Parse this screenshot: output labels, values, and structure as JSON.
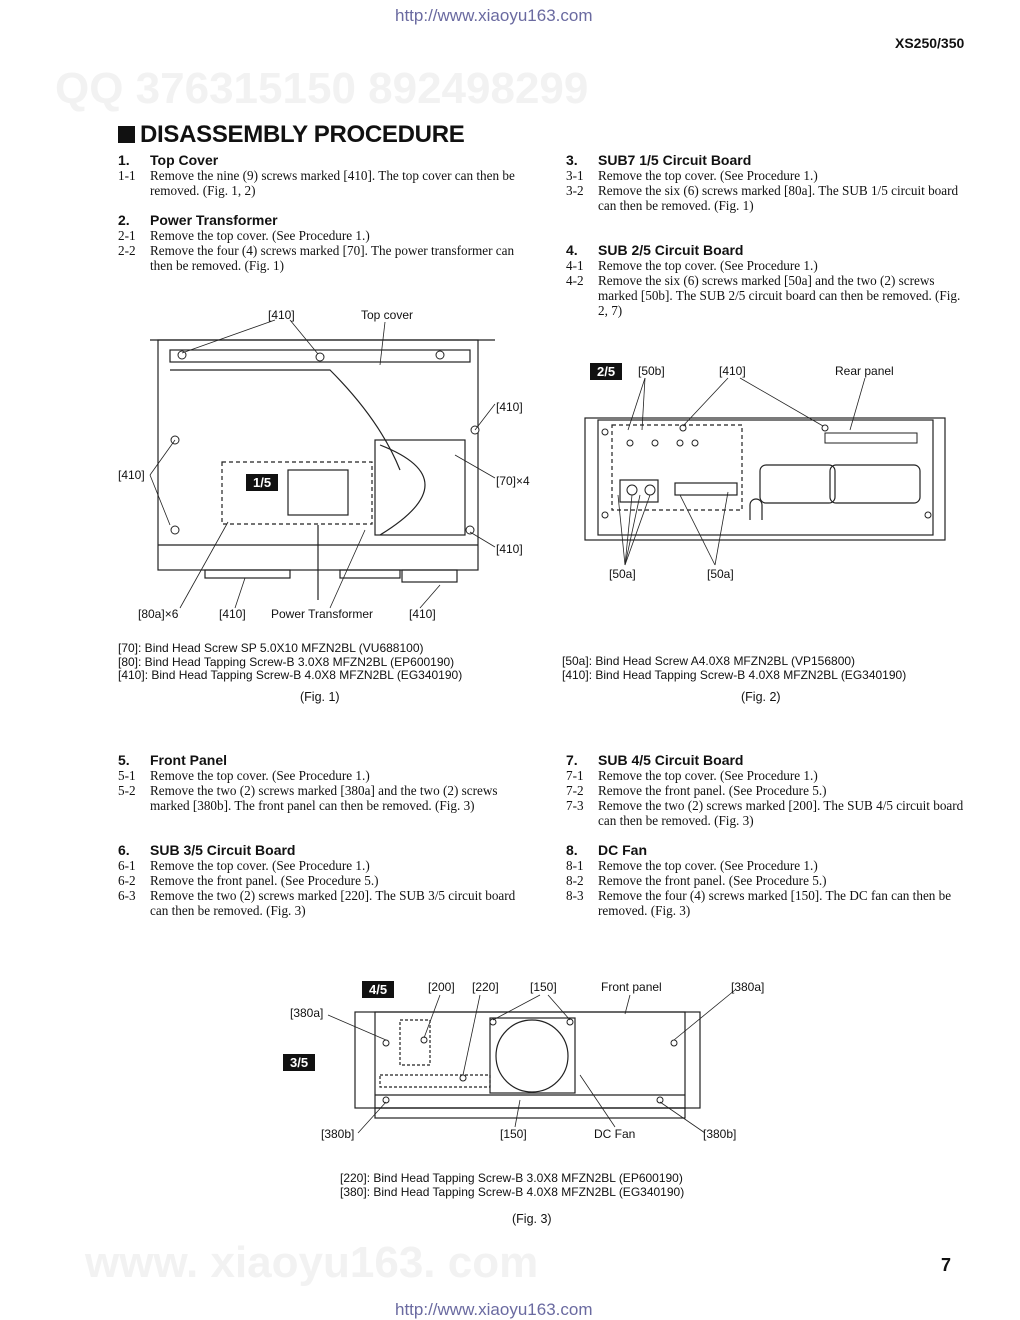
{
  "header": {
    "url": "http://www.xiaoyu163.com",
    "model": "XS250/350"
  },
  "watermark": {
    "top": "QQ 376315150   892498299",
    "bottom": "www. xiaoyu163. com"
  },
  "title": "DISASSEMBLY PROCEDURE",
  "sections": [
    {
      "num": "1.",
      "title": "Top Cover",
      "steps": [
        {
          "n": "1-1",
          "t": "Remove the nine (9) screws marked  [410]. The top cover can then be removed. (Fig. 1, 2)"
        }
      ]
    },
    {
      "num": "2.",
      "title": "Power Transformer",
      "steps": [
        {
          "n": "2-1",
          "t": "Remove the top cover. (See Procedure 1.)"
        },
        {
          "n": "2-2",
          "t": "Remove the four (4) screws marked [70]. The power transformer can then be removed. (Fig. 1)"
        }
      ]
    },
    {
      "num": "3.",
      "title": "SUB7 1/5 Circuit Board",
      "steps": [
        {
          "n": "3-1",
          "t": "Remove the top cover. (See Procedure 1.)"
        },
        {
          "n": "3-2",
          "t": "Remove the six (6) screws marked [80a]. The SUB 1/5 circuit board can then be removed. (Fig. 1)"
        }
      ]
    },
    {
      "num": "4.",
      "title": "SUB 2/5 Circuit Board",
      "steps": [
        {
          "n": "4-1",
          "t": "Remove the top cover. (See Procedure 1.)"
        },
        {
          "n": "4-2",
          "t": "Remove the six (6) screws marked [50a] and the two (2) screws marked [50b]. The SUB 2/5  circuit board can then be removed. (Fig. 2, 7)"
        }
      ]
    },
    {
      "num": "5.",
      "title": "Front Panel",
      "steps": [
        {
          "n": "5-1",
          "t": "Remove the top cover. (See Procedure 1.)"
        },
        {
          "n": "5-2",
          "t": "Remove the two (2) screws marked [380a] and the two (2) screws marked [380b]. The front panel can then be removed. (Fig. 3)"
        }
      ]
    },
    {
      "num": "6.",
      "title": "SUB 3/5 Circuit Board",
      "steps": [
        {
          "n": "6-1",
          "t": "Remove the top cover. (See Procedure 1.)"
        },
        {
          "n": "6-2",
          "t": "Remove the front panel. (See Procedure 5.)"
        },
        {
          "n": "6-3",
          "t": "Remove the two (2) screws marked [220]. The SUB 3/5 circuit board can then be removed. (Fig. 3)"
        }
      ]
    },
    {
      "num": "7.",
      "title": "SUB 4/5 Circuit Board",
      "steps": [
        {
          "n": "7-1",
          "t": "Remove the top cover. (See Procedure 1.)"
        },
        {
          "n": "7-2",
          "t": "Remove the front panel. (See Procedure 5.)"
        },
        {
          "n": "7-3",
          "t": "Remove the two (2) screws marked [200]. The SUB 4/5 circuit board can then be removed. (Fig. 3)"
        }
      ]
    },
    {
      "num": "8.",
      "title": "DC Fan",
      "steps": [
        {
          "n": "8-1",
          "t": "Remove the top cover. (See Procedure 1.)"
        },
        {
          "n": "8-2",
          "t": "Remove the front panel. (See Procedure 5.)"
        },
        {
          "n": "8-3",
          "t": "Remove the four (4) screws marked [150]. The DC fan can then be removed. (Fig. 3)"
        }
      ]
    }
  ],
  "fig1": {
    "caption": "(Fig. 1)",
    "tag": "1/5",
    "labels": [
      "[410]",
      "Top cover",
      "[410]",
      "[410]",
      "[70]×4",
      "[410]",
      "[80a]×6",
      "[410]",
      "Power Transformer",
      "[410]"
    ],
    "parts": [
      "[70]: Bind Head Screw SP 5.0X10  MFZN2BL (VU688100)",
      "[80]:   Bind Head Tapping Screw-B 3.0X8   MFZN2BL (EP600190)",
      "[410]: Bind Head Tapping Screw-B 4.0X8   MFZN2BL (EG340190)"
    ]
  },
  "fig2": {
    "caption": "(Fig. 2)",
    "tag": "2/5",
    "labels": [
      "[50b]",
      "[410]",
      "Rear panel",
      "[50a]",
      "[50a]"
    ],
    "parts": [
      "[50a]: Bind Head Screw A4.0X8   MFZN2BL (VP156800)",
      "[410]: Bind Head Tapping Screw-B 4.0X8   MFZN2BL (EG340190)"
    ]
  },
  "fig3": {
    "caption": "(Fig. 3)",
    "tags": [
      "4/5",
      "3/5"
    ],
    "labels": [
      "[200]",
      "[220]",
      "[150]",
      "Front panel",
      "[380a]",
      "[380a]",
      "[380b]",
      "[150]",
      "DC Fan",
      "[380b]"
    ],
    "parts": [
      "[220]: Bind Head Tapping Screw-B 3.0X8   MFZN2BL (EP600190)",
      "[380]: Bind Head Tapping Screw-B 4.0X8   MFZN2BL (EG340190)"
    ]
  },
  "page_number": "7"
}
